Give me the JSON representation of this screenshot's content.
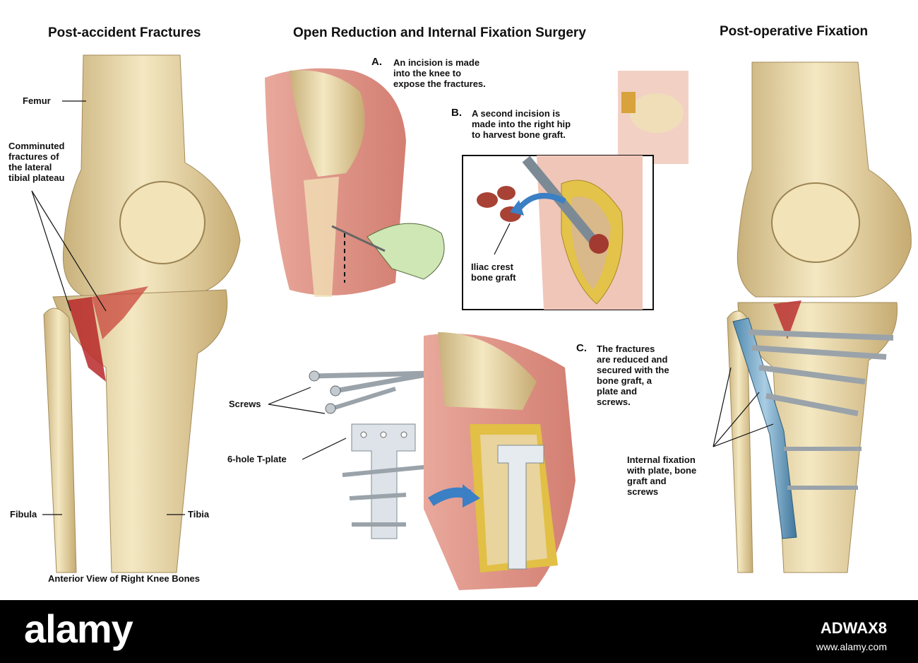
{
  "titles": {
    "left": "Post-accident Fractures",
    "center": "Open Reduction and Internal Fixation Surgery",
    "right": "Post-operative Fixation"
  },
  "left_labels": {
    "femur": "Femur",
    "fractures": "Comminuted\nfractures of\nthe lateral\ntibial plateau",
    "fibula": "Fibula",
    "tibia": "Tibia",
    "caption": "Anterior View of Right Knee Bones"
  },
  "steps": {
    "a_letter": "A.",
    "a_text": "An incision is made\ninto the knee to\nexpose the fractures.",
    "b_letter": "B.",
    "b_text": "A second incision is\nmade into the right hip\nto harvest bone graft.",
    "c_letter": "C.",
    "c_text": "The fractures\nare reduced and\nsecured with the\nbone graft, a\nplate and\nscrews."
  },
  "center_labels": {
    "iliac": "Iliac crest\nbone graft",
    "screws": "Screws",
    "tplate": "6-hole T-plate"
  },
  "right_labels": {
    "fixation": "Internal fixation\nwith plate, bone\ngraft and\nscrews"
  },
  "footer": {
    "brand": "alamy",
    "code": "ADWAX8",
    "site": "www.alamy.com"
  },
  "colors": {
    "bone": "#efe1b6",
    "bone_shade": "#c9b27e",
    "fracture": "#b8282a",
    "tissue": "#e7a79a",
    "plate": "#6f9fc0",
    "arrow": "#3b7fc4"
  }
}
